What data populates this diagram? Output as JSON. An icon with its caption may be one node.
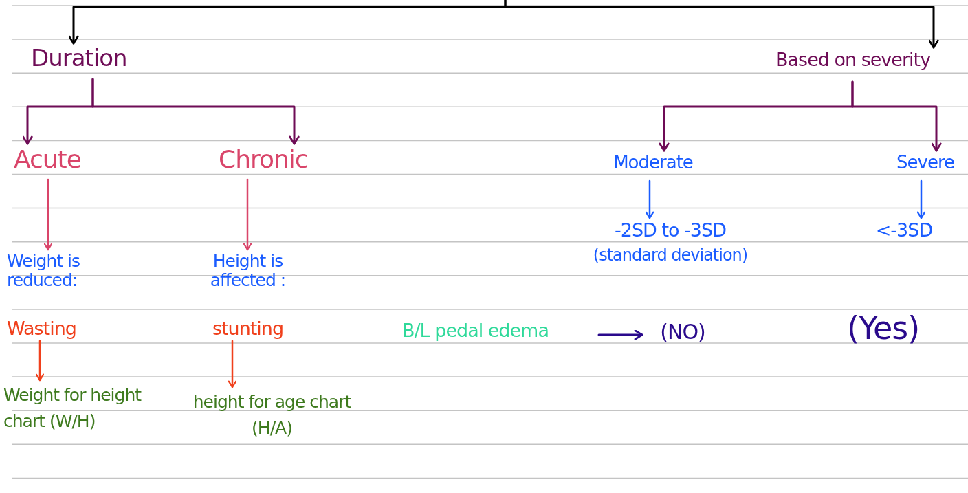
{
  "diagram": {
    "nodes": [
      {
        "text": [
          "Duration"
        ]
      },
      {
        "text": [
          "Based on severity"
        ]
      },
      {
        "text": [
          "Acute"
        ]
      },
      {
        "text": [
          "Chronic"
        ]
      },
      {
        "text": [
          "Moderate"
        ]
      },
      {
        "text": [
          "Severe"
        ]
      },
      {
        "text": [
          "Weight is reduced:",
          "Wasting"
        ]
      },
      {
        "text": [
          "Height is affected :",
          "stunting"
        ]
      },
      {
        "text": [
          "-2SD to -3SD",
          "(standard deviation)"
        ]
      },
      {
        "text": [
          "<-3SD"
        ]
      },
      {
        "text": [
          "Weight for height chart (W/H)"
        ]
      },
      {
        "text": [
          "height for age chart (H/A)"
        ]
      },
      {
        "text": [
          "B/L pedal edema"
        ]
      },
      {
        "text": [
          "(NO)"
        ]
      }
    ],
    "edges": [
      {
        "from": null,
        "to": 0,
        "arrow": "to",
        "color": "#000000"
      },
      {
        "from": null,
        "to": 1,
        "arrow": "to",
        "color": "#000000"
      },
      {
        "from": 0,
        "to": 2,
        "arrow": "to",
        "color": "#6e0c56"
      },
      {
        "from": 0,
        "to": 3,
        "arrow": "to",
        "color": "#6e0c56"
      },
      {
        "from": 1,
        "to": 4,
        "arrow": "to",
        "color": "#6e0c56"
      },
      {
        "from": 1,
        "to": 5,
        "arrow": "to",
        "color": "#6e0c56"
      },
      {
        "from": 2,
        "to": 6,
        "arrow": "to",
        "color": "#d9456a"
      },
      {
        "from": 3,
        "to": 7,
        "arrow": "to",
        "color": "#d9456a"
      },
      {
        "from": 4,
        "to": 8,
        "arrow": "to",
        "color": "#1a5cff"
      },
      {
        "from": 5,
        "to": 9,
        "arrow": "to",
        "color": "#1a5cff"
      },
      {
        "from": 6,
        "to": 10,
        "arrow": "to",
        "color": "#f0401c"
      },
      {
        "from": 7,
        "to": 11,
        "arrow": "to",
        "color": "#f0401c"
      },
      {
        "from": 12,
        "to": 13,
        "arrow": "to",
        "color": "#2a0a8c"
      }
    ],
    "labels": [
      "(Yes)"
    ]
  }
}
